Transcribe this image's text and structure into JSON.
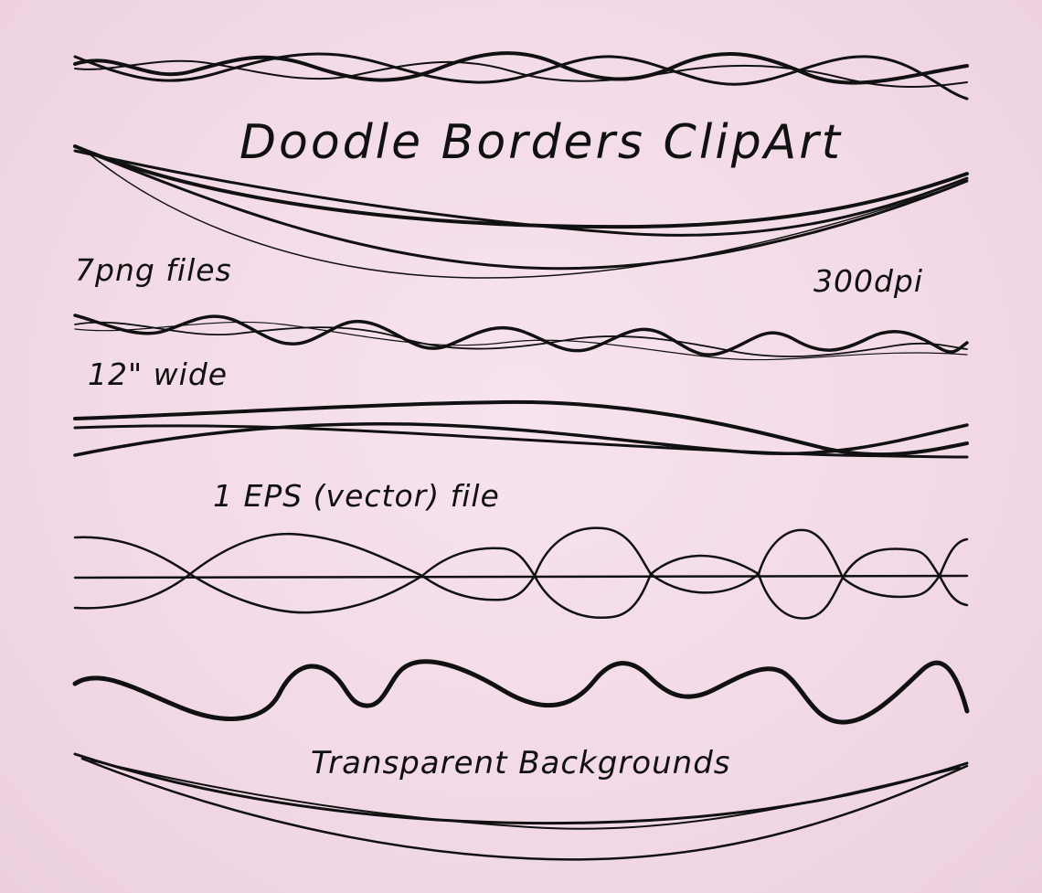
{
  "title": "Doodle Borders ClipArt",
  "labels": {
    "files": "7png files",
    "dpi": "300dpi",
    "wide": "12\" wide",
    "eps": "1 EPS (vector) file",
    "backgrounds": "Transparent Backgrounds"
  },
  "colors": {
    "background": "#f3dbe8",
    "ink": "#111111"
  }
}
